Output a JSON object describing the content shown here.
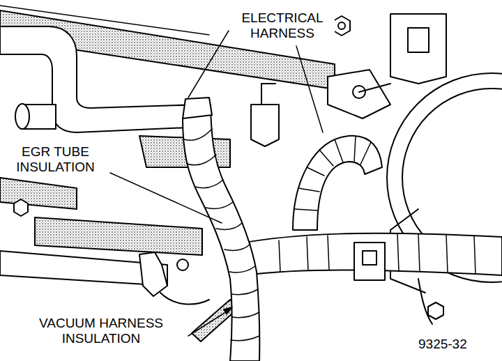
{
  "diagram": {
    "labels": [
      "ELECTRICAL HARNESS",
      "EGR TUBE INSULATION",
      "VACUUM HARNESS INSULATION",
      "9325-32"
    ]
  }
}
